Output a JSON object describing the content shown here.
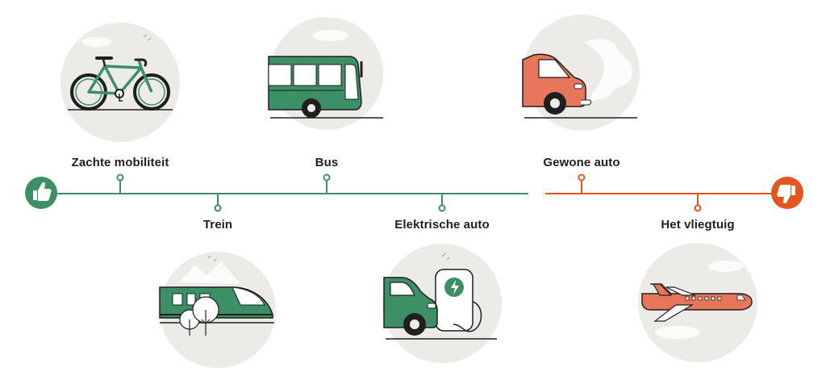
{
  "labels": {
    "soft_mobility": "Zachte mobiliteit",
    "train": "Trein",
    "bus": "Bus",
    "electric_car": "Elektrische auto",
    "regular_car": "Gewone auto",
    "airplane": "Het vliegtuig"
  },
  "icons": {
    "positive": "thumbs-up-icon",
    "negative": "thumbs-down-icon"
  },
  "colors": {
    "green": "#3d8f66",
    "orange": "#e2551f",
    "circle_bg": "#ecebe7",
    "dark": "#1f1f1f"
  }
}
